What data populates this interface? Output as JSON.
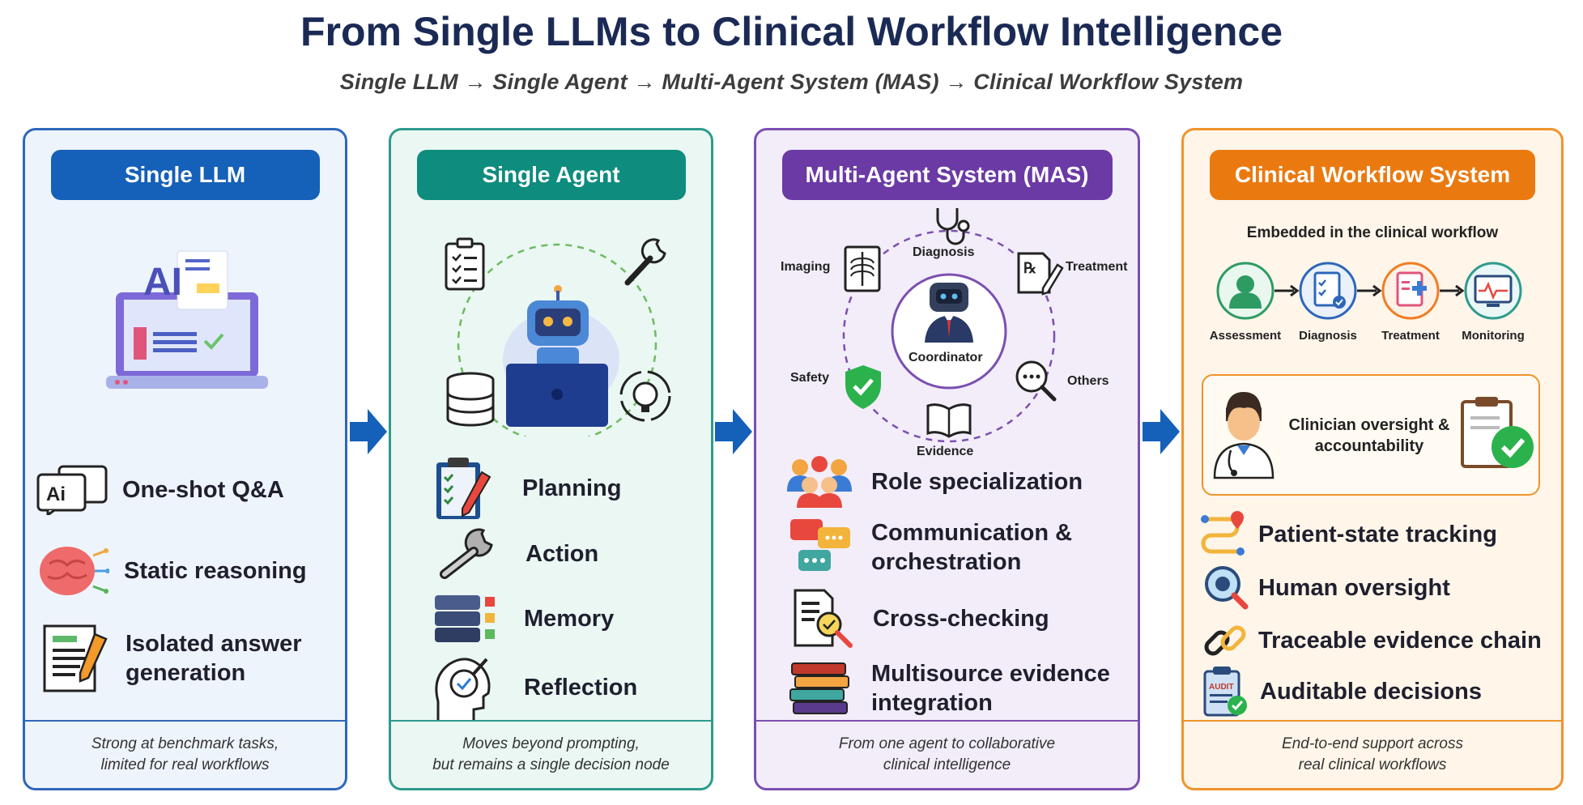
{
  "title": "From Single LLMs to Clinical Workflow Intelligence",
  "subtitle": "Single LLM  →  Single Agent  →  Multi-Agent System (MAS)  →  Clinical Workflow System",
  "panel1": {
    "header": "Single LLM",
    "hero_text": "AI",
    "features": [
      "One-shot Q&A",
      "Static reasoning",
      "Isolated answer generation"
    ],
    "footer_line1": "Strong at benchmark tasks,",
    "footer_line2": "limited for real workflows",
    "icons": [
      "laptop-ai-icon",
      "chat-ai-icon",
      "brain-icon",
      "document-pen-icon"
    ]
  },
  "panel2": {
    "header": "Single Agent",
    "features": [
      "Planning",
      "Action",
      "Memory",
      "Reflection"
    ],
    "footer_line1": "Moves beyond prompting,",
    "footer_line2": "but remains a single decision node",
    "icons": [
      "robot-laptop-icon",
      "clipboard-icon",
      "wrench-icon",
      "database-icon",
      "idea-cycle-icon",
      "head-check-icon"
    ]
  },
  "panel3": {
    "header": "Multi-Agent System (MAS)",
    "center_label": "Coordinator",
    "nodes": [
      "Diagnosis",
      "Treatment",
      "Others",
      "Evidence",
      "Safety",
      "Imaging"
    ],
    "features": [
      "Role specialization",
      "Communication & orchestration",
      "Cross-checking",
      "Multisource evidence integration"
    ],
    "footer_line1": "From one agent to collaborative",
    "footer_line2": "clinical intelligence",
    "icons": [
      "stethoscope-icon",
      "prescription-icon",
      "magnifier-dots-icon",
      "book-icon",
      "shield-check-icon",
      "xray-icon",
      "people-icon",
      "chat-bubbles-icon",
      "doc-search-icon",
      "books-icon"
    ]
  },
  "panel4": {
    "header": "Clinical Workflow System",
    "embedded": "Embedded in the clinical workflow",
    "steps": [
      "Assessment",
      "Diagnosis",
      "Treatment",
      "Monitoring"
    ],
    "oversight_line1": "Clinician oversight &",
    "oversight_line2": "accountability",
    "features": [
      "Patient-state tracking",
      "Human oversight",
      "Traceable evidence chain",
      "Auditable decisions"
    ],
    "audit_text": "AUDIT",
    "footer_line1": "End-to-end support across",
    "footer_line2": "real clinical workflows",
    "icons": [
      "person-icon",
      "checklist-icon",
      "medical-clipboard-icon",
      "monitor-icon",
      "doctor-icon",
      "clipboard-check-icon",
      "route-pin-icon",
      "magnifier-icon",
      "link-icon",
      "audit-icon"
    ]
  },
  "colors": {
    "blue": "#1560b8",
    "teal": "#0e8c7e",
    "purple": "#6b3aa5",
    "orange": "#ea7a10",
    "arrow": "#1560b8"
  }
}
